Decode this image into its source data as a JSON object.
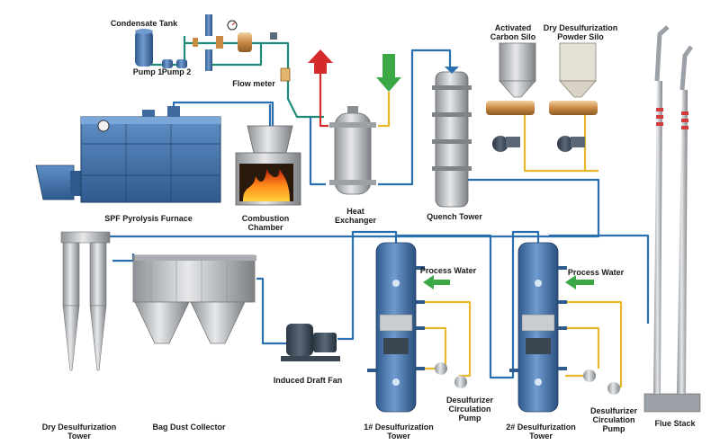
{
  "labels": {
    "condensate_tank": "Condensate Tank",
    "pump1": "Pump 1",
    "pump2": "Pump 2",
    "flow_meter": "Flow meter",
    "activated_carbon_silo": "Activated\nCarbon Silo",
    "dry_desulf_powder_silo": "Dry Desulfurization\nPowder Silo",
    "spf_furnace": "SPF Pyrolysis Furnace",
    "combustion_chamber": "Combustion\nChamber",
    "heat_exchanger": "Heat\nExchanger",
    "quench_tower": "Quench Tower",
    "process_water_1": "Process Water",
    "process_water_2": "Process Water",
    "induced_draft_fan": "Induced Draft Fan",
    "desulf_pump_1": "Desulfurizer\nCirculation\nPump",
    "desulf_pump_2": "Desulfurizer\nCirculation\nPump",
    "dry_desulf_tower": "Dry Desulfurization\nTower",
    "bag_dust_collector": "Bag Dust Collector",
    "desulf_tower_1": "1# Desulfurization\nTower",
    "desulf_tower_2": "2# Desulfurization\nTower",
    "flue_stack": "Flue Stack"
  },
  "colors": {
    "flue_gas_line": "#2a6fb0",
    "alkali_line": "#e8b82a",
    "hot_outlet": "#d42a2a",
    "cold_inlet": "#3aa845",
    "water_line": "#1f8a7a",
    "equipment_blue": "#4a78ad",
    "equipment_grey": "#b9bcc0",
    "stack_band": "#d33a3a"
  }
}
